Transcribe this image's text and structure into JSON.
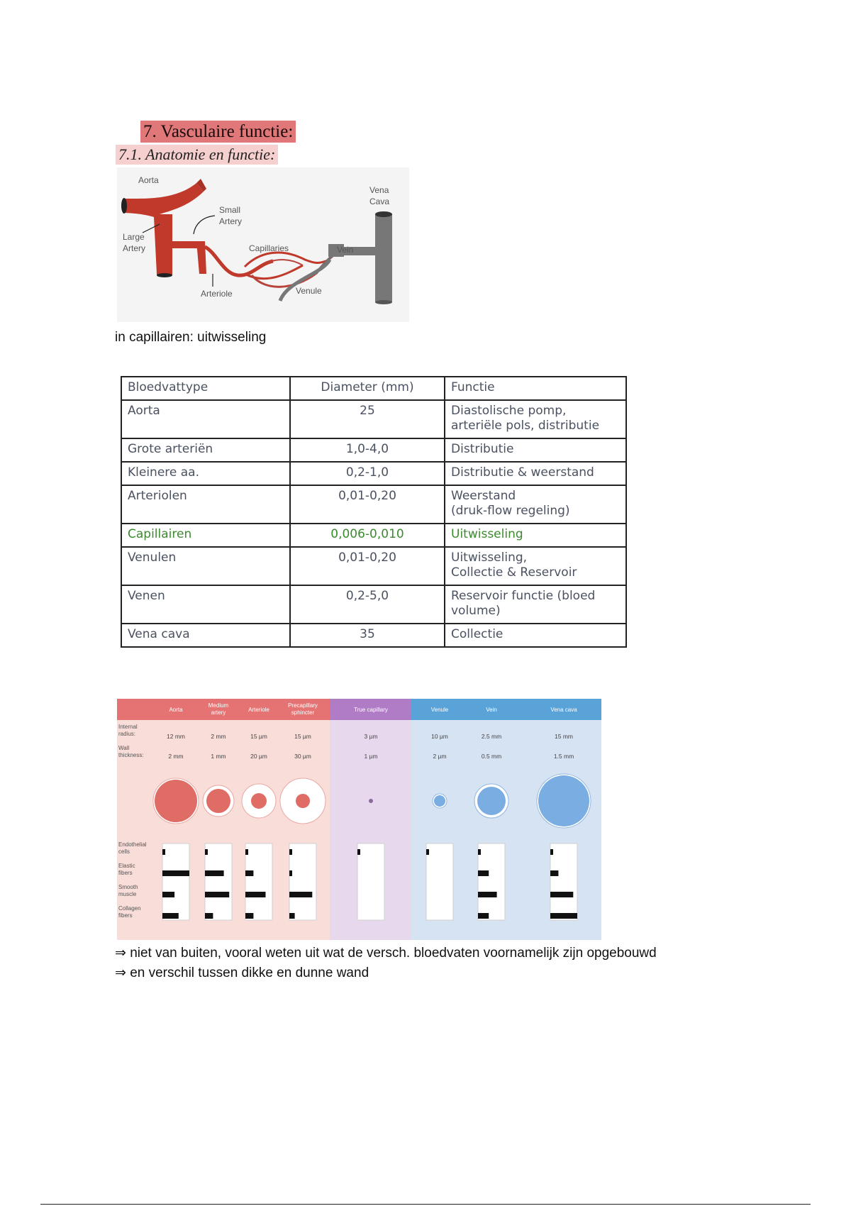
{
  "section_title": "7. Vasculaire functie:",
  "subsection_title": "7.1. Anatomie en functie:",
  "vessel_diagram": {
    "labels": {
      "aorta": "Aorta",
      "vena_cava": [
        "Vena",
        "Cava"
      ],
      "small_artery": [
        "Small",
        "Artery"
      ],
      "large_artery": [
        "Large",
        "Artery"
      ],
      "capillaries": "Capillaries",
      "vein": "Vein",
      "arteriole": "Arteriole",
      "venule": "Venule"
    }
  },
  "caption": "in capillairen: uitwisseling",
  "table": {
    "headers": [
      "Bloedvattype",
      "Diameter (mm)",
      "Functie"
    ],
    "rows": [
      {
        "type": "Aorta",
        "diameter": "25",
        "function": [
          "Diastolische pomp,",
          "arteriële pols, distributie"
        ]
      },
      {
        "type": "Grote arteriën",
        "diameter": "1,0-4,0",
        "function": [
          "Distributie"
        ]
      },
      {
        "type": "Kleinere aa.",
        "diameter": "0,2-1,0",
        "function": [
          "Distributie & weerstand"
        ]
      },
      {
        "type": "Arteriolen",
        "diameter": "0,01-0,20",
        "function": [
          "Weerstand",
          "(druk-flow regeling)"
        ]
      },
      {
        "type": "Capillairen",
        "diameter": "0,006-0,010",
        "function": [
          "Uitwisseling"
        ],
        "highlight": true
      },
      {
        "type": "Venulen",
        "diameter": "0,01-0,20",
        "function": [
          "Uitwisseling,",
          "Collectie & Reservoir"
        ]
      },
      {
        "type": "Venen",
        "diameter": "0,2-5,0",
        "function": [
          "Reservoir functie (bloed",
          "volume)"
        ]
      },
      {
        "type": "Vena cava",
        "diameter": "35",
        "function": [
          "Collectie"
        ]
      }
    ]
  },
  "wall_figure": {
    "colors": {
      "artery_header": "#e57373",
      "artery_bg": "#f8ddd8",
      "capillary_header": "#b07cc6",
      "capillary_bg": "#e7d8ee",
      "vein_header": "#5aa3d9",
      "vein_bg": "#d6e3f3"
    },
    "row_labels": {
      "radius": [
        "Internal",
        "radius:"
      ],
      "wall": [
        "Wall",
        "thickness:"
      ],
      "components": [
        [
          "Endothelial",
          "cells"
        ],
        [
          "Elastic",
          "fibers"
        ],
        [
          "Smooth",
          "muscle"
        ],
        [
          "Collagen",
          "fibers"
        ]
      ]
    },
    "vessels": [
      {
        "name": [
          "Aorta"
        ],
        "radius": "12 mm",
        "wall": "2 mm",
        "group": "artery",
        "components": [
          0.1,
          1.0,
          0.45,
          0.6
        ]
      },
      {
        "name": [
          "Medium",
          "artery"
        ],
        "radius": "2 mm",
        "wall": "1 mm",
        "group": "artery",
        "components": [
          0.1,
          0.7,
          0.9,
          0.3
        ]
      },
      {
        "name": [
          "Arteriole"
        ],
        "radius": "15 µm",
        "wall": "20 µm",
        "group": "artery",
        "components": [
          0.1,
          0.3,
          0.75,
          0.3
        ]
      },
      {
        "name": [
          "Precapillary",
          "sphincter"
        ],
        "radius": "15 µm",
        "wall": "30 µm",
        "group": "artery",
        "components": [
          0.1,
          0.1,
          0.85,
          0.2
        ]
      },
      {
        "name": [
          "True capillary"
        ],
        "radius": "3 µm",
        "wall": "1 µm",
        "group": "capillary",
        "components": [
          0.1,
          0,
          0,
          0
        ]
      },
      {
        "name": [
          "Venule"
        ],
        "radius": "10 µm",
        "wall": "2 µm",
        "group": "vein",
        "components": [
          0.1,
          0,
          0,
          0
        ]
      },
      {
        "name": [
          "Vein"
        ],
        "radius": "2.5 mm",
        "wall": "0.5 mm",
        "group": "vein",
        "components": [
          0.1,
          0.4,
          0.7,
          0.4
        ]
      },
      {
        "name": [
          "Vena cava"
        ],
        "radius": "15 mm",
        "wall": "1.5 mm",
        "group": "vein",
        "components": [
          0.1,
          0.3,
          0.85,
          1.0
        ]
      }
    ]
  },
  "notes": [
    "⇒ niet van buiten, vooral weten uit wat de versch. bloedvaten voornamelijk zijn opgebouwd",
    "⇒ en verschil tussen dikke en dunne wand"
  ]
}
